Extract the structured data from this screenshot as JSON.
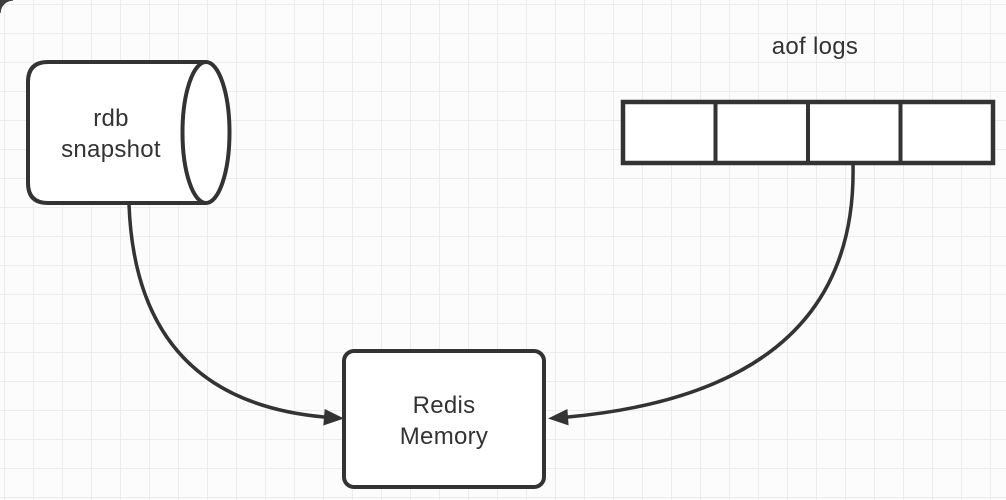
{
  "diagram": {
    "type": "flow-diagram",
    "colors": {
      "stroke": "#333333",
      "text": "#333333",
      "shape_fill": "#ffffff",
      "canvas_background": "#fcfcfc",
      "grid_line": "#ececec"
    },
    "nodes": {
      "rdb_snapshot": {
        "shape": "cylinder-horizontal",
        "lines": [
          "rdb",
          "snapshot"
        ]
      },
      "aof_logs": {
        "shape": "segmented-rectangle",
        "label": "aof logs",
        "segments": 4
      },
      "redis_memory": {
        "shape": "rounded-rectangle",
        "lines": [
          "Redis",
          "Memory"
        ]
      }
    },
    "edges": [
      {
        "from": "rdb_snapshot",
        "to": "redis_memory",
        "style": "curved-arrow"
      },
      {
        "from": "aof_logs",
        "to": "redis_memory",
        "style": "curved-arrow"
      }
    ]
  }
}
